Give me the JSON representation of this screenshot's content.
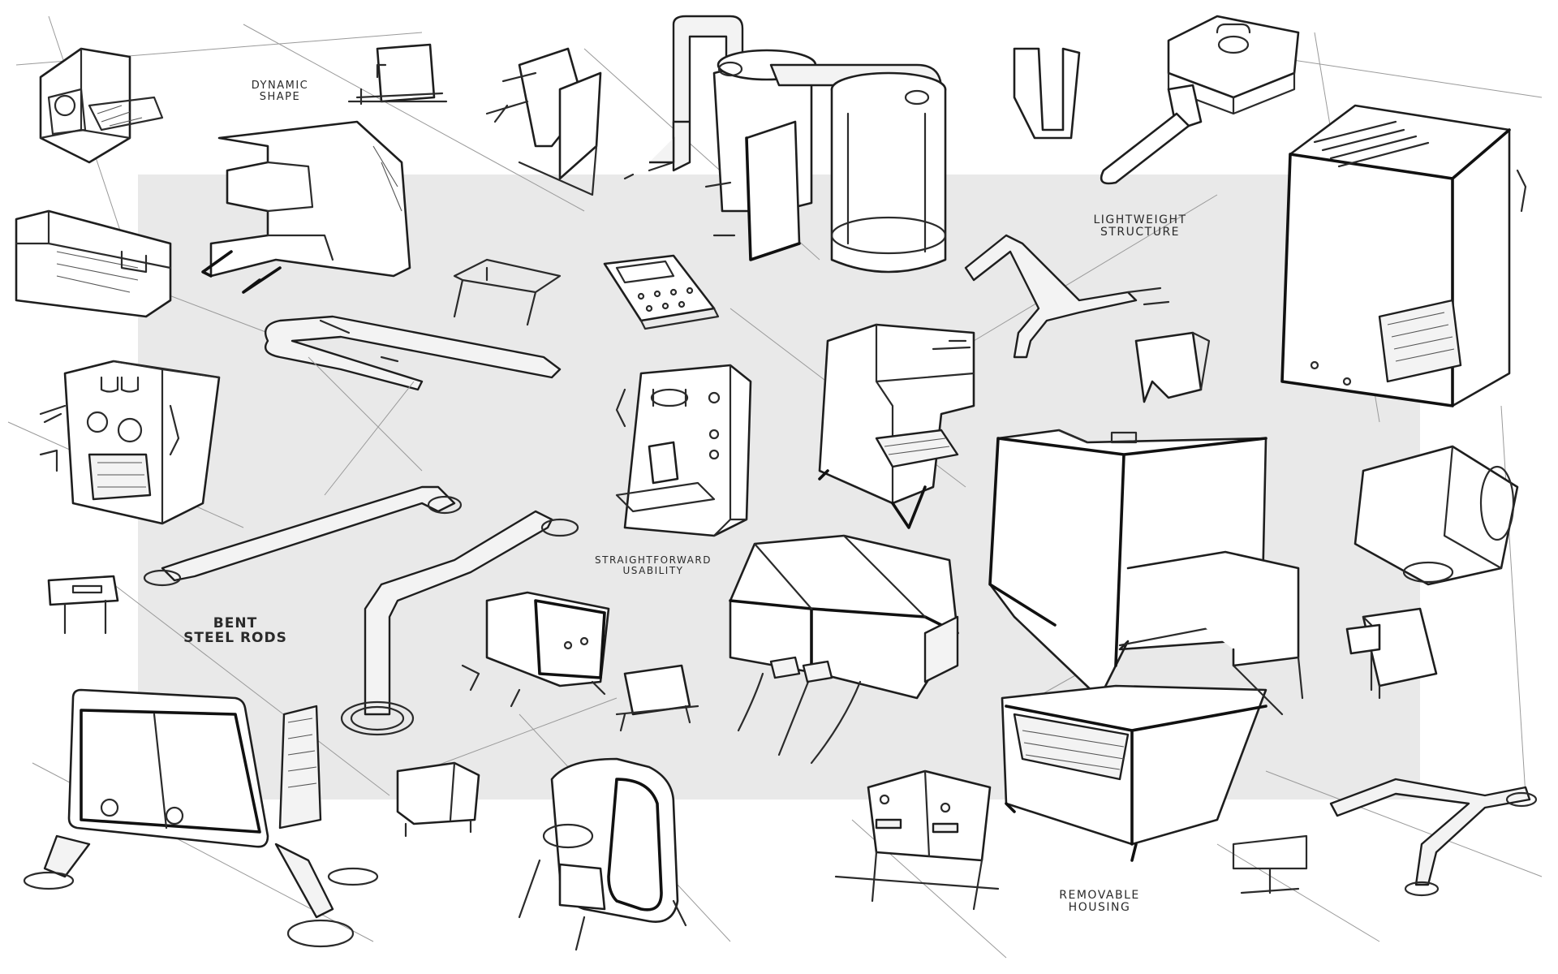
{
  "annotations": {
    "dynamic_shape": [
      "DYNAMIC",
      "SHAPE"
    ],
    "bent_steel_rods": [
      "BENT",
      "STEEL RODS"
    ],
    "straightforward_usability": [
      "STRAIGHTFORWARD",
      "USABILITY"
    ],
    "lightweight_structure": [
      "LIGHTWEIGHT",
      "STRUCTURE"
    ],
    "removable_housing": [
      "REMOVABLE",
      "HOUSING"
    ]
  },
  "colors": {
    "paper": "#ffffff",
    "backdrop": "#e9e9e9",
    "ink": "#1e1e1e"
  }
}
